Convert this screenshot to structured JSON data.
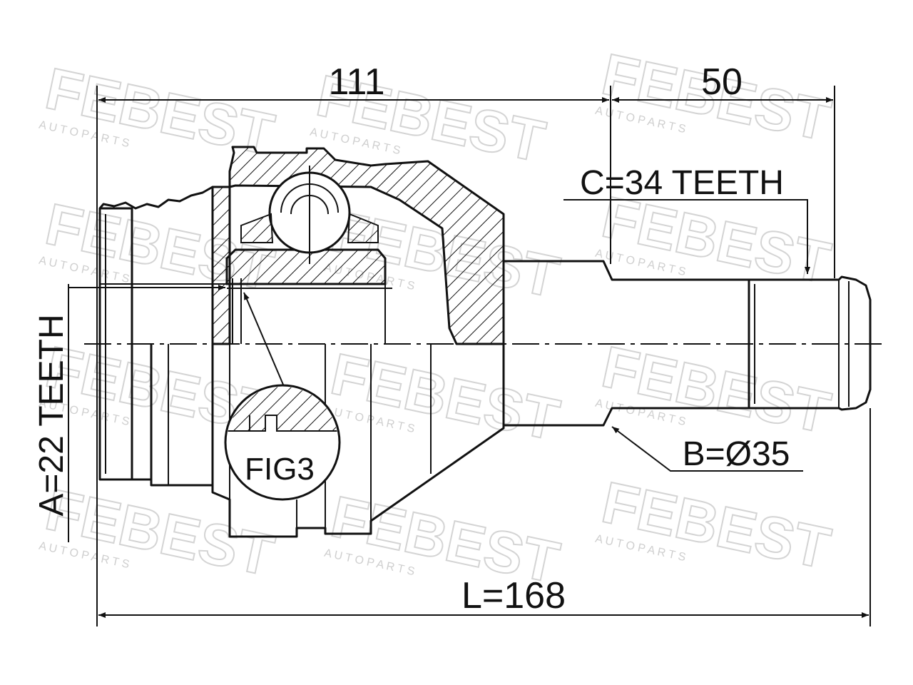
{
  "watermark": {
    "brand": "FEBEST",
    "tagline": "A U T O   P A R T S"
  },
  "dimensions": {
    "top_left": "111",
    "top_right": "50",
    "overall": "L=168"
  },
  "labels": {
    "spline_outer": "C=34 TEETH",
    "spline_inner": "A=22 TEETH",
    "shaft_diameter": "B=Ø35",
    "detail": "FIG3"
  },
  "colors": {
    "line": "#111111",
    "watermark": "#d4d4d4",
    "background": "#ffffff"
  }
}
